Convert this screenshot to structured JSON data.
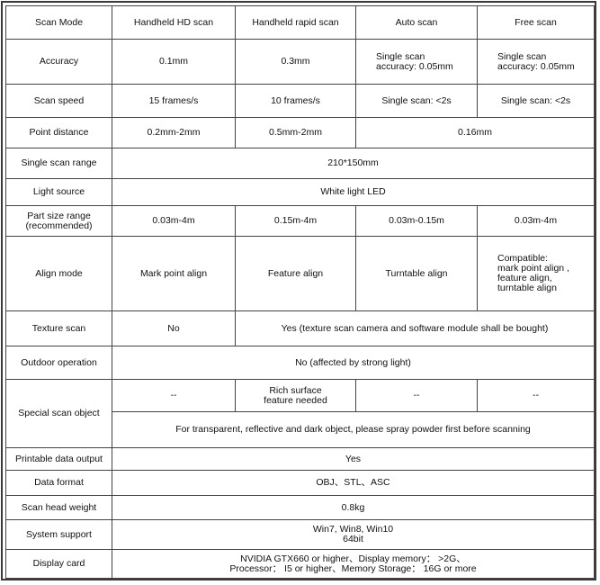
{
  "header": {
    "col0": "Scan Mode",
    "col1": "Handheld HD scan",
    "col2": "Handheld rapid scan",
    "col3": "Auto scan",
    "col4": "Free scan"
  },
  "rows": {
    "accuracy": {
      "label": "Accuracy",
      "hd": "0.1mm",
      "rapid": "0.3mm",
      "auto": "Single scan\naccuracy: 0.05mm",
      "free": "Single scan\naccuracy: 0.05mm"
    },
    "scan_speed": {
      "label": "Scan speed",
      "hd": "15 frames/s",
      "rapid": "10 frames/s",
      "auto": "Single scan: <2s",
      "free": "Single scan: <2s"
    },
    "point_distance": {
      "label": "Point distance",
      "hd": "0.2mm-2mm",
      "rapid": "0.5mm-2mm",
      "auto_free": "0.16mm"
    },
    "single_scan_range": {
      "label": "Single scan range",
      "value": "210*150mm"
    },
    "light_source": {
      "label": "Light source",
      "value": "White light LED"
    },
    "part_size_range": {
      "label": "Part size range\n(recommended)",
      "hd": "0.03m-4m",
      "rapid": "0.15m-4m",
      "auto": "0.03m-0.15m",
      "free": "0.03m-4m"
    },
    "align_mode": {
      "label": "Align mode",
      "hd": "Mark point align",
      "rapid": "Feature  align",
      "auto": "Turntable  align",
      "free": "Compatible:\nmark point  align ,\nfeature  align,\nturntable  align"
    },
    "texture_scan": {
      "label": "Texture scan",
      "hd": "No",
      "others": "Yes (texture scan camera and software module shall be bought)"
    },
    "outdoor_operation": {
      "label": "Outdoor operation",
      "value": "No (affected by strong light)"
    },
    "special_scan_object": {
      "label": "Special scan object",
      "hd": "--",
      "rapid": "Rich surface\nfeature needed",
      "auto": "--",
      "free": "--",
      "note": "For transparent, reflective and dark object, please spray powder first before scanning"
    },
    "printable_output": {
      "label": "Printable data output",
      "value": "Yes"
    },
    "data_format": {
      "label": "Data format",
      "value": "OBJ、STL、ASC"
    },
    "scan_head_weight": {
      "label": "Scan head weight",
      "value": "0.8kg"
    },
    "system_support": {
      "label": "System support",
      "value": "Win7, Win8, Win10\n64bit"
    },
    "display_card": {
      "label": "Display card",
      "value": "NVIDIA GTX660 or higher、Display memory： >2G、\nProcessor： I5 or higher、Memory Storage： 16G or more"
    }
  }
}
